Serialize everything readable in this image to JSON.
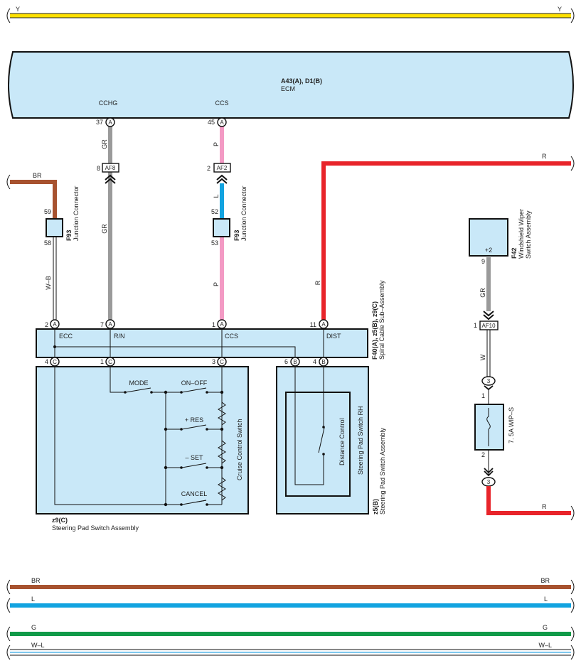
{
  "top_wire": {
    "left": "Y",
    "right": "Y",
    "color": "#ffe000"
  },
  "ecm": {
    "connector": "A43(A), D1(B)",
    "name": "ECM"
  },
  "ecm_pins": [
    {
      "num": "37",
      "letter": "A",
      "signal": "CCHG"
    },
    {
      "num": "45",
      "letter": "A",
      "signal": "CCS"
    }
  ],
  "wires": {
    "gr": "GR",
    "p": "P",
    "l": "L",
    "r": "R",
    "br": "BR",
    "wb": "W–B",
    "w": "W",
    "colors": {
      "gr": "#9a9a9a",
      "p": "#f39ac4",
      "l": "#12a3e0",
      "r": "#e8242a",
      "br": "#a7522f",
      "g": "#109a48"
    }
  },
  "junctions": {
    "af8": {
      "pin": "8",
      "label": "AF8"
    },
    "af2": {
      "pin": "2",
      "label": "AF2"
    },
    "af10": {
      "pin": "1",
      "label": "AF10"
    }
  },
  "f93_left": {
    "id": "F93",
    "name": "Junction Connector",
    "pin_top": "59",
    "pin_bottom": "58"
  },
  "f93_right": {
    "id": "F93",
    "name": "Junction Connector",
    "pin_top": "52",
    "pin_bottom": "53"
  },
  "f42": {
    "id": "F42",
    "name": "Windshield Wiper Switch Assembly",
    "terminal": "+2",
    "pin": "9"
  },
  "spiral": {
    "connector": "F40(A), z5(B), z9(C)",
    "name": "Spiral Cable Sub–Assembly",
    "top_pins": [
      {
        "num": "2",
        "letter": "A",
        "label": "ECC"
      },
      {
        "num": "7",
        "letter": "A",
        "label": "R/N"
      },
      {
        "num": "1",
        "letter": "A",
        "label": "CCS"
      },
      {
        "num": "11",
        "letter": "A",
        "label": "DIST"
      }
    ],
    "bottom_pins": [
      {
        "num": "4",
        "letter": "C"
      },
      {
        "num": "1",
        "letter": "C"
      },
      {
        "num": "3",
        "letter": "C"
      },
      {
        "num": "6",
        "letter": "B"
      },
      {
        "num": "4",
        "letter": "B"
      }
    ]
  },
  "cruise": {
    "switch_name": "Cruise Control Switch",
    "connector": "z9(C)",
    "name": "Steering Pad Switch Assembly",
    "switches": [
      "MODE",
      "ON–OFF",
      "+ RES",
      "– SET",
      "CANCEL"
    ]
  },
  "pad_rh": {
    "connector": "z5(B)",
    "name": "Steering Pad Switch Assembly",
    "inner_name": "Steering Pad Switch RH",
    "switch_name": "Distance Control"
  },
  "fuse": {
    "label": "7. 5A WIP–S",
    "pin_top": "1",
    "pin_bottom": "2",
    "joint_top": "3",
    "joint_bottom": "3"
  },
  "bottom_wires": [
    {
      "left": "BR",
      "right": "BR",
      "color": "#a7522f"
    },
    {
      "left": "L",
      "right": "L",
      "color": "#12a3e0"
    },
    {
      "left": "G",
      "right": "G",
      "color": "#109a48"
    },
    {
      "left": "W–L",
      "right": "W–L",
      "color": "#7fc8ee"
    }
  ]
}
